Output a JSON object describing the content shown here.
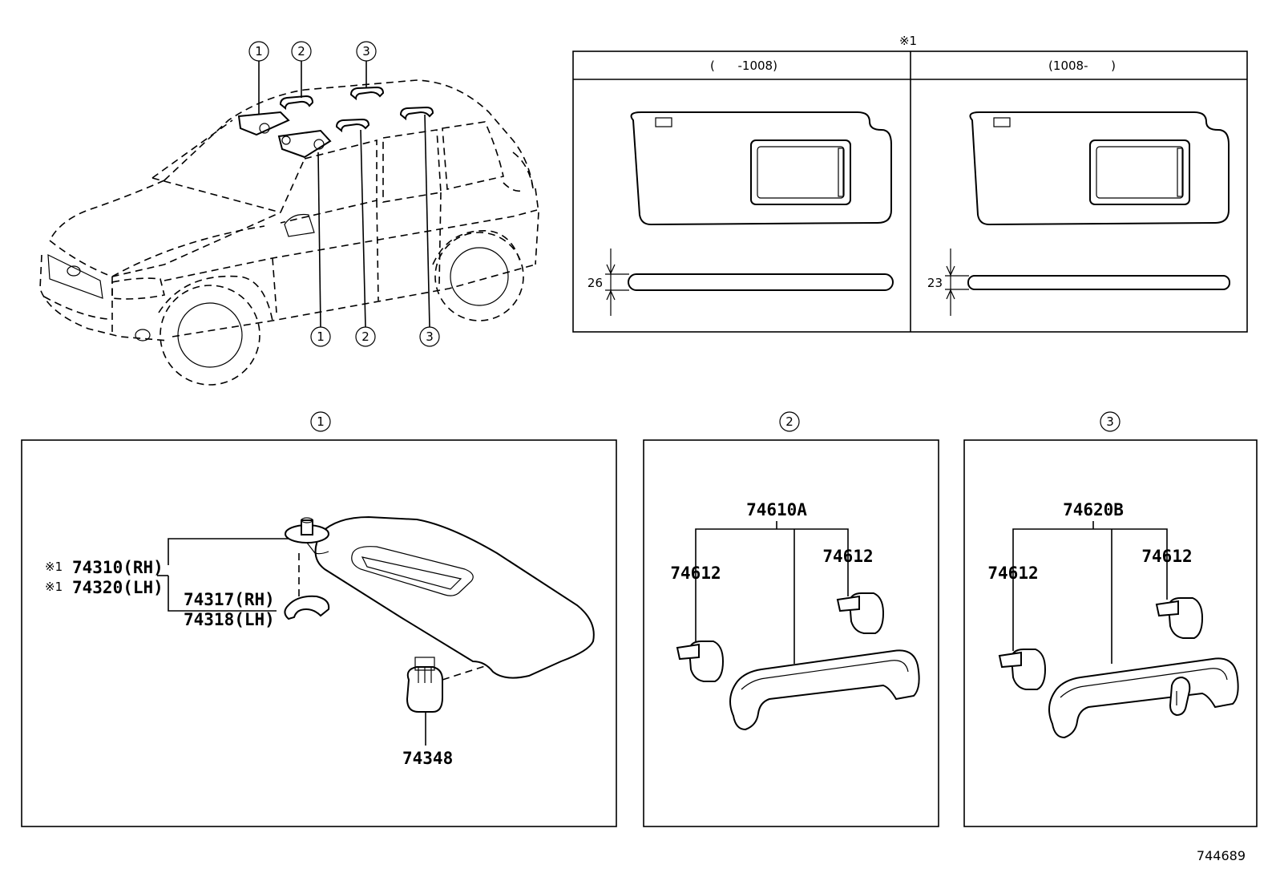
{
  "callouts": [
    "1",
    "2",
    "3"
  ],
  "variants": {
    "note_mark": "※1",
    "col_left": "(      -1008)",
    "col_right": "(1008-      )",
    "dim_left": "26",
    "dim_right": "23"
  },
  "panel1": {
    "note_mark_1": "※1",
    "note_mark_2": "※1",
    "p_74310": "74310(RH)",
    "p_74320": "74320(LH)",
    "p_74317": "74317(RH)",
    "p_74318": "74318(LH)",
    "p_74348": "74348"
  },
  "panel2": {
    "assembly": "74610A",
    "clip_left": "74612",
    "clip_right": "74612"
  },
  "panel3": {
    "assembly": "74620B",
    "clip_left": "74612",
    "clip_right": "74612"
  },
  "illustration_code": "744689"
}
